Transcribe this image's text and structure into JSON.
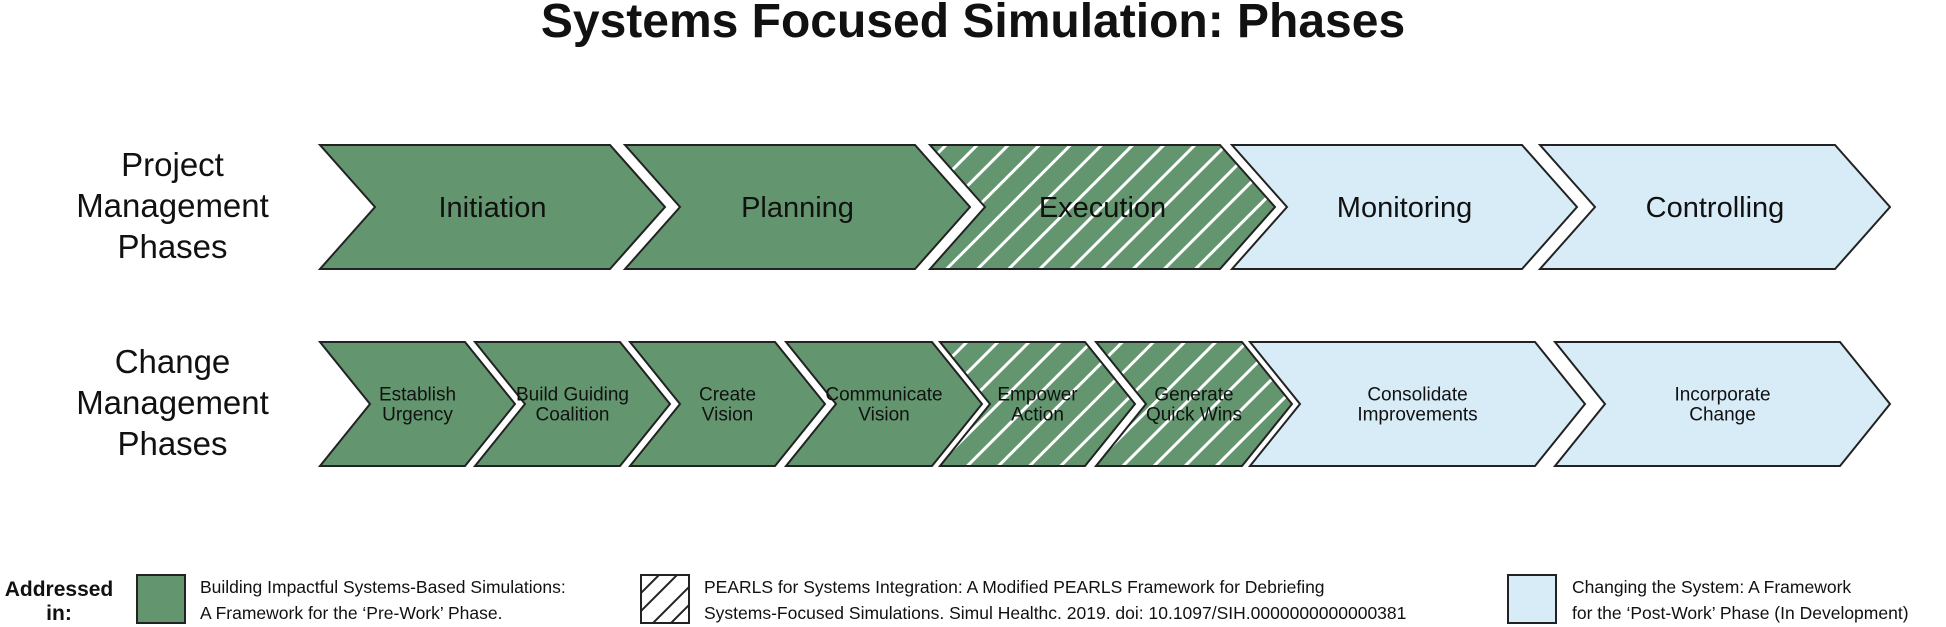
{
  "title": "Systems Focused Simulation: Phases",
  "colors": {
    "green": "#63966f",
    "light_blue": "#d8ecf8",
    "outline": "#222222",
    "hatch": "#ffffff"
  },
  "rows": [
    {
      "label": [
        "Project",
        "Management",
        "Phases"
      ],
      "phases": [
        {
          "name": [
            "Initiation"
          ],
          "fill": "green"
        },
        {
          "name": [
            "Planning"
          ],
          "fill": "green"
        },
        {
          "name": [
            "Execution"
          ],
          "fill": "hatched"
        },
        {
          "name": [
            "Monitoring"
          ],
          "fill": "light_blue"
        },
        {
          "name": [
            "Controlling"
          ],
          "fill": "light_blue"
        }
      ]
    },
    {
      "label": [
        "Change",
        "Management",
        "Phases"
      ],
      "phases": [
        {
          "name": [
            "Establish",
            "Urgency"
          ],
          "fill": "green"
        },
        {
          "name": [
            "Build Guiding",
            "Coalition"
          ],
          "fill": "green"
        },
        {
          "name": [
            "Create",
            "Vision"
          ],
          "fill": "green"
        },
        {
          "name": [
            "Communicate",
            "Vision"
          ],
          "fill": "green"
        },
        {
          "name": [
            "Empower",
            "Action"
          ],
          "fill": "hatched"
        },
        {
          "name": [
            "Generate",
            "Quick Wins"
          ],
          "fill": "hatched"
        },
        {
          "name": [
            "Consolidate",
            "Improvements"
          ],
          "fill": "light_blue"
        },
        {
          "name": [
            "Incorporate",
            "Change"
          ],
          "fill": "light_blue"
        }
      ]
    }
  ],
  "legend": {
    "label": "Addressed in:",
    "items": [
      {
        "fill": "green",
        "lines": [
          "Building Impactful Systems-Based Simulations:",
          "A Framework for the ‘Pre-Work’ Phase."
        ]
      },
      {
        "fill": "hatched",
        "lines": [
          "PEARLS for Systems Integration: A Modified PEARLS Framework for Debriefing",
          "Systems-Focused Simulations. Simul Healthc. 2019. doi: 10.1097/SIH.0000000000000381"
        ]
      },
      {
        "fill": "light_blue",
        "lines": [
          "Changing the System: A Framework",
          "for the ‘Post-Work’ Phase (In Development)"
        ]
      }
    ]
  }
}
